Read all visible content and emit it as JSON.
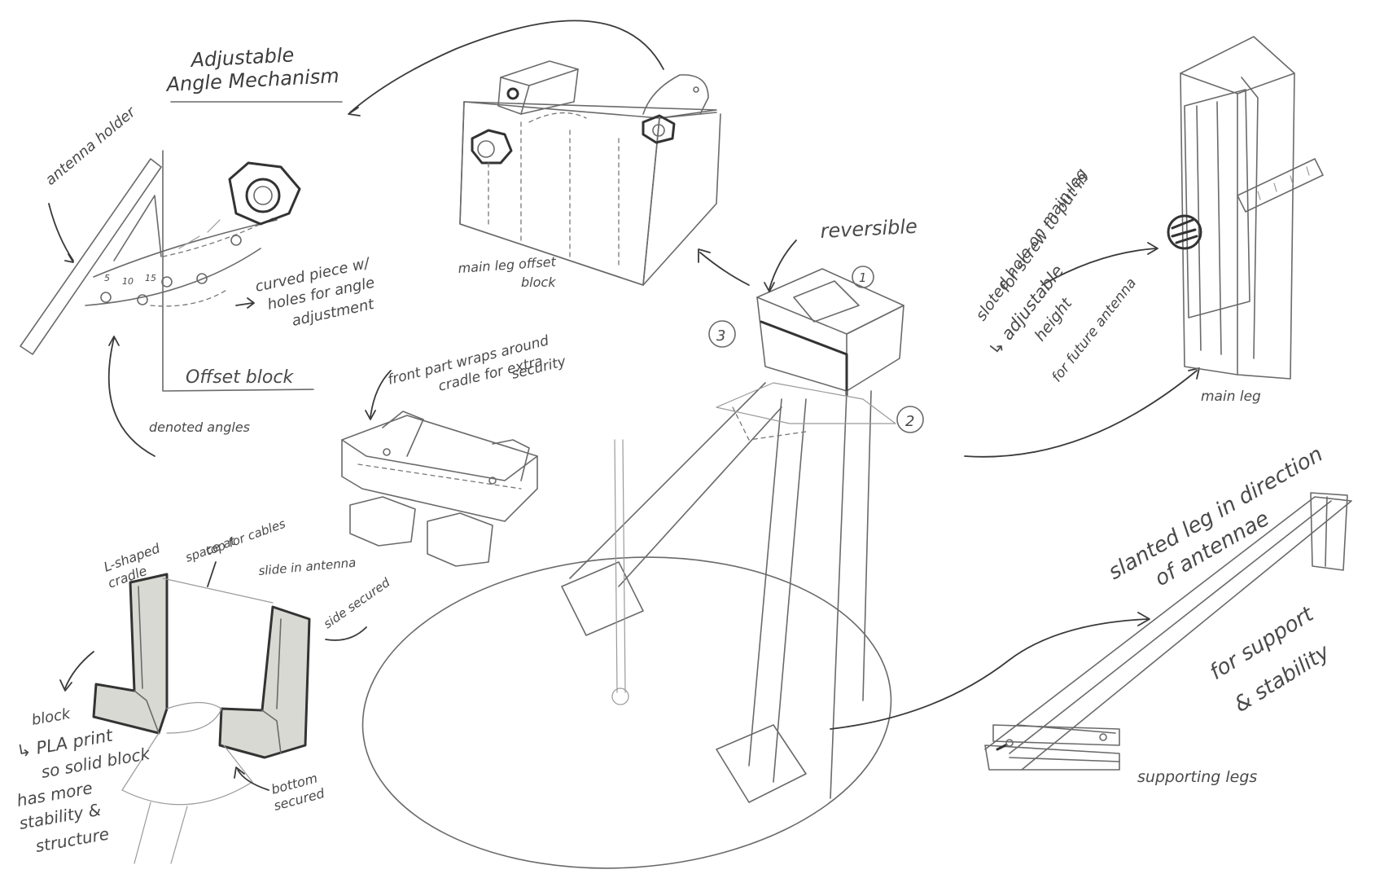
{
  "labels": {
    "adjustable_angle_line1": "Adjustable",
    "adjustable_angle_line2": "Angle Mechanism",
    "antenna_holder": "antenna holder",
    "curved_piece_line1": "curved piece w/",
    "curved_piece_line2": "holes for angle",
    "curved_piece_line3": "adjustment",
    "offset_block": "Offset block",
    "denoted_angles": "denoted angles",
    "main_leg_offset_line1": "main leg offset",
    "main_leg_offset_line2": "block",
    "reversible": "reversible",
    "front_part_line1": "front part wraps around",
    "front_part_line2": "cradle for extra",
    "front_part_line3": "security",
    "slotted_line1": "sloted hole on main leg",
    "slotted_line2": "for screw to put in",
    "adjustable_height_line1": "↳ adjustable",
    "adjustable_height_line2": "height",
    "adjustable_height_line3": "for future antenna",
    "main_leg": "main leg",
    "l_shaped_line1": "L-shaped",
    "l_shaped_line2": "cradle",
    "space_at_top_line1": "space at",
    "space_at_top_line2": "top for cables",
    "slide_in_antenna": "slide in antenna",
    "side_secured": "side secured",
    "block": "block",
    "pla_line1": "↳ PLA print",
    "pla_line2": "so solid block",
    "pla_line3": "has more",
    "pla_line4": "stability &",
    "pla_line5": "structure",
    "bottom_line1": "bottom",
    "bottom_line2": "secured",
    "slanted_line1": "slanted leg in direction",
    "slanted_line2": "of antennae",
    "support_line1": "for support",
    "support_line2": "& stability",
    "supporting_legs": "supporting legs",
    "num_1": "1",
    "num_2": "2",
    "num_3": "3",
    "scale_5": "5",
    "scale_10": "10",
    "scale_15": "15"
  }
}
